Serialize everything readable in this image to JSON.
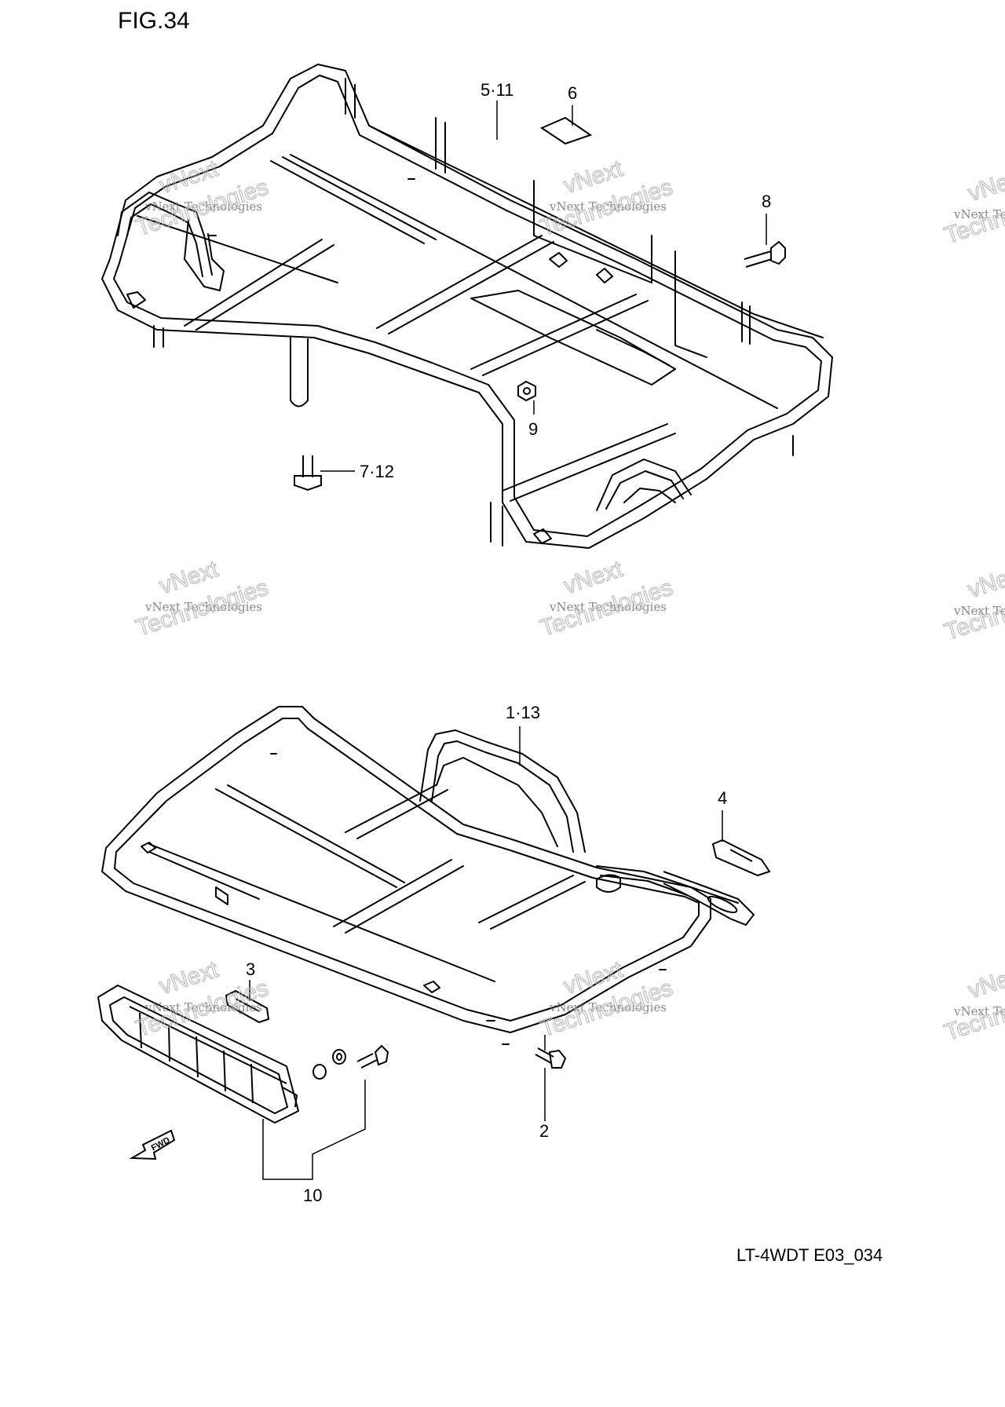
{
  "figure": {
    "title": "FIG.34",
    "doc_code": "LT-4WDT E03_034"
  },
  "watermark": {
    "line1": "vNext Technologies",
    "line2": "vNext",
    "line3": "Technologies"
  },
  "callouts": {
    "rear_carrier": "5·11",
    "sticker": "6",
    "bolt_rear": "8",
    "nut": "9",
    "bolt_mount": "7·12",
    "front_carrier": "1·13",
    "bracket_right": "4",
    "bracket_left": "3",
    "bolt_front": "2",
    "guard_set": "10"
  },
  "fwd_arrow_label": "FWD",
  "colors": {
    "line": "#000000",
    "watermark": "#999999",
    "background": "#ffffff"
  }
}
